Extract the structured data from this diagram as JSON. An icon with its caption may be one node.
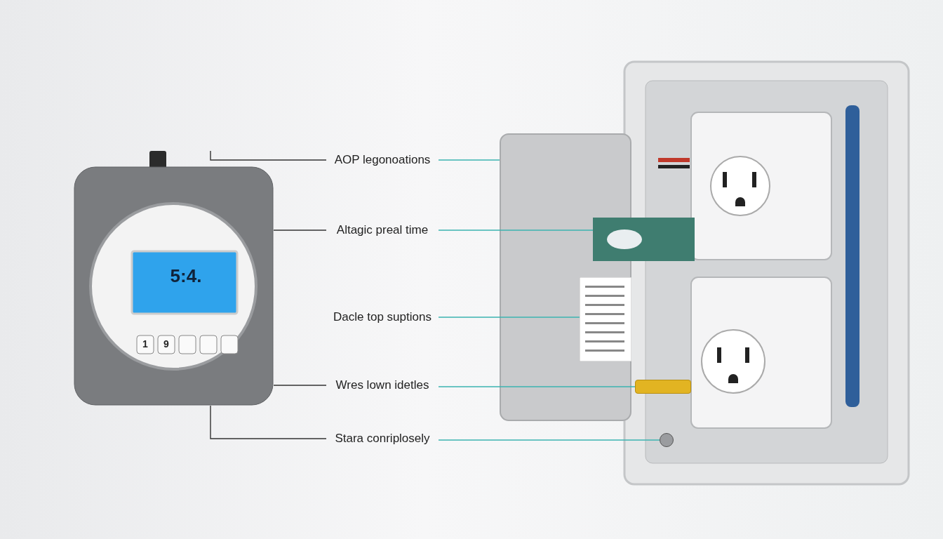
{
  "diagram": {
    "nodes": [
      {
        "text": [
          "AOP legonoations"
        ]
      },
      {
        "text": [
          "Altagic preal time"
        ]
      },
      {
        "text": [
          "Dacle top suptions"
        ]
      },
      {
        "text": [
          "Wres lown idetles"
        ]
      },
      {
        "text": [
          "Stara conriplosely"
        ]
      },
      {
        "text": [],
        "shape": "picture"
      },
      {
        "text": [],
        "shape": "picture"
      },
      {
        "text": [],
        "shape": "picture"
      },
      {
        "text": [],
        "shape": "picture",
        "in": 6
      },
      {
        "text": [],
        "shape": "bar"
      },
      {
        "text": [],
        "shape": "circle"
      }
    ],
    "edges": [
      {
        "from": 0,
        "to": 5,
        "arrow": "none",
        "color": "#333333"
      },
      {
        "from": 0,
        "to": 6,
        "arrow": "none"
      },
      {
        "from": 1,
        "to": 5,
        "arrow": "none",
        "color": "#333333"
      },
      {
        "from": 1,
        "to": 7,
        "arrow": "none"
      },
      {
        "from": 2,
        "to": 8,
        "arrow": "none"
      },
      {
        "from": 3,
        "to": 5,
        "arrow": "none",
        "color": "#333333"
      },
      {
        "from": 3,
        "to": 9,
        "arrow": "none"
      },
      {
        "from": 4,
        "to": 5,
        "arrow": "none",
        "color": "#333333"
      },
      {
        "from": 4,
        "to": 10,
        "arrow": "none"
      }
    ],
    "labels": [
      "5:4.",
      "1",
      "9"
    ]
  }
}
